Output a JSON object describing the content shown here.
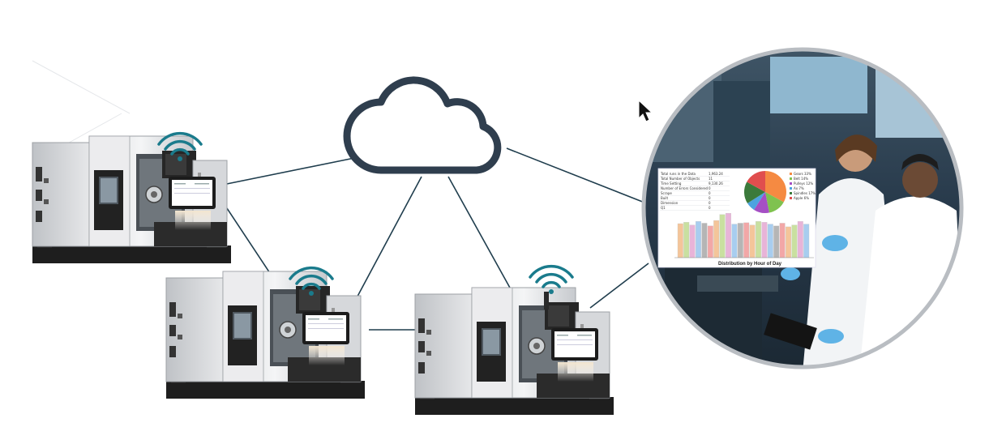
{
  "diagram": {
    "nodes": [
      "cloud",
      "machine-1",
      "machine-2",
      "machine-3",
      "lab-analytics"
    ],
    "links": [
      [
        "machine-1",
        "cloud"
      ],
      [
        "machine-1",
        "machine-2"
      ],
      [
        "machine-2",
        "cloud"
      ],
      [
        "machine-2",
        "machine-3"
      ],
      [
        "machine-3",
        "cloud"
      ],
      [
        "machine-3",
        "lab-analytics"
      ],
      [
        "cloud",
        "lab-analytics"
      ]
    ]
  },
  "dashboard": {
    "chart_title": "Distribution by Hour of Day",
    "table_rows": [
      {
        "label": "Total runs in the Data",
        "value": "1,963.24"
      },
      {
        "label": "Total Number of Objects",
        "value": "11"
      },
      {
        "label": "Time Setting",
        "value": "9,130.26"
      },
      {
        "label": "Number of Errors Considered",
        "value": "0"
      },
      {
        "label": "Scrape",
        "value": "0"
      },
      {
        "label": "Built",
        "value": "0"
      },
      {
        "label": "Dimension",
        "value": "0"
      },
      {
        "label": "Q1",
        "value": "0"
      }
    ],
    "pie_legend": [
      "Gears 33%",
      "Belt 14%",
      "Pulleys 12%",
      "Ax 7%",
      "Spindles 17%",
      "Apple 6%"
    ]
  },
  "colors": {
    "link": "#1f3d4d",
    "cloud": "#2f3e4e",
    "wifi": "#1a7b8c",
    "pie": [
      "#f58a42",
      "#7fc24f",
      "#a54fc4",
      "#4da3e0",
      "#3b7a3b",
      "#e04e4e"
    ]
  },
  "icons": [
    "cloud-icon",
    "wifi-icon",
    "mouse-cursor-icon"
  ]
}
